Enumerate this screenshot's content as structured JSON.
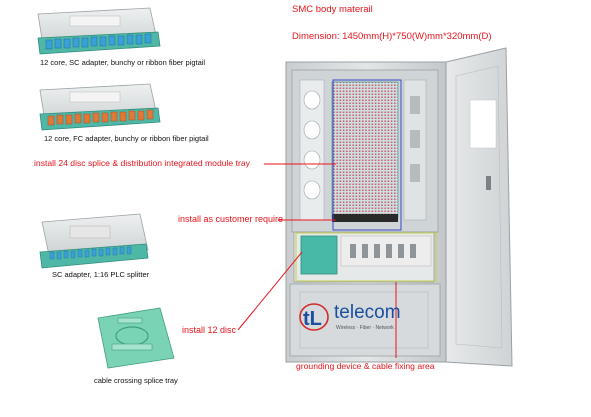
{
  "header": {
    "material": "SMC body materail",
    "dimension": "Dimension: 1450mm(H)*750(W)mm*320mm(D)"
  },
  "modules": {
    "sc_tray_caption": "12 core, SC adapter,  bunchy or ribbon fiber pigtail",
    "fc_tray_caption": "12 core, FC adapter,  bunchy or ribbon fiber pigtail",
    "splitter_caption": "SC adapter, 1:16 PLC splitter",
    "splice_tray_caption": "cable crossing splice tray"
  },
  "callouts": {
    "integrated_tray": "install 24 disc splice & distribution integrated module tray",
    "customer": "install as customer require",
    "discs": "install 12 disc",
    "grounding": "grounding device & cable fixing area"
  },
  "logo": {
    "brand": "telecom",
    "tagline": "Wireless · Fiber · Network"
  },
  "colors": {
    "callout_red": "#e8141c",
    "cabinet": "#d9ddde",
    "adapter_blue": "#3aa0d8",
    "adapter_orange": "#e0783a",
    "tray_green": "#3fb89a",
    "logo_blue": "#1a4fa0"
  }
}
